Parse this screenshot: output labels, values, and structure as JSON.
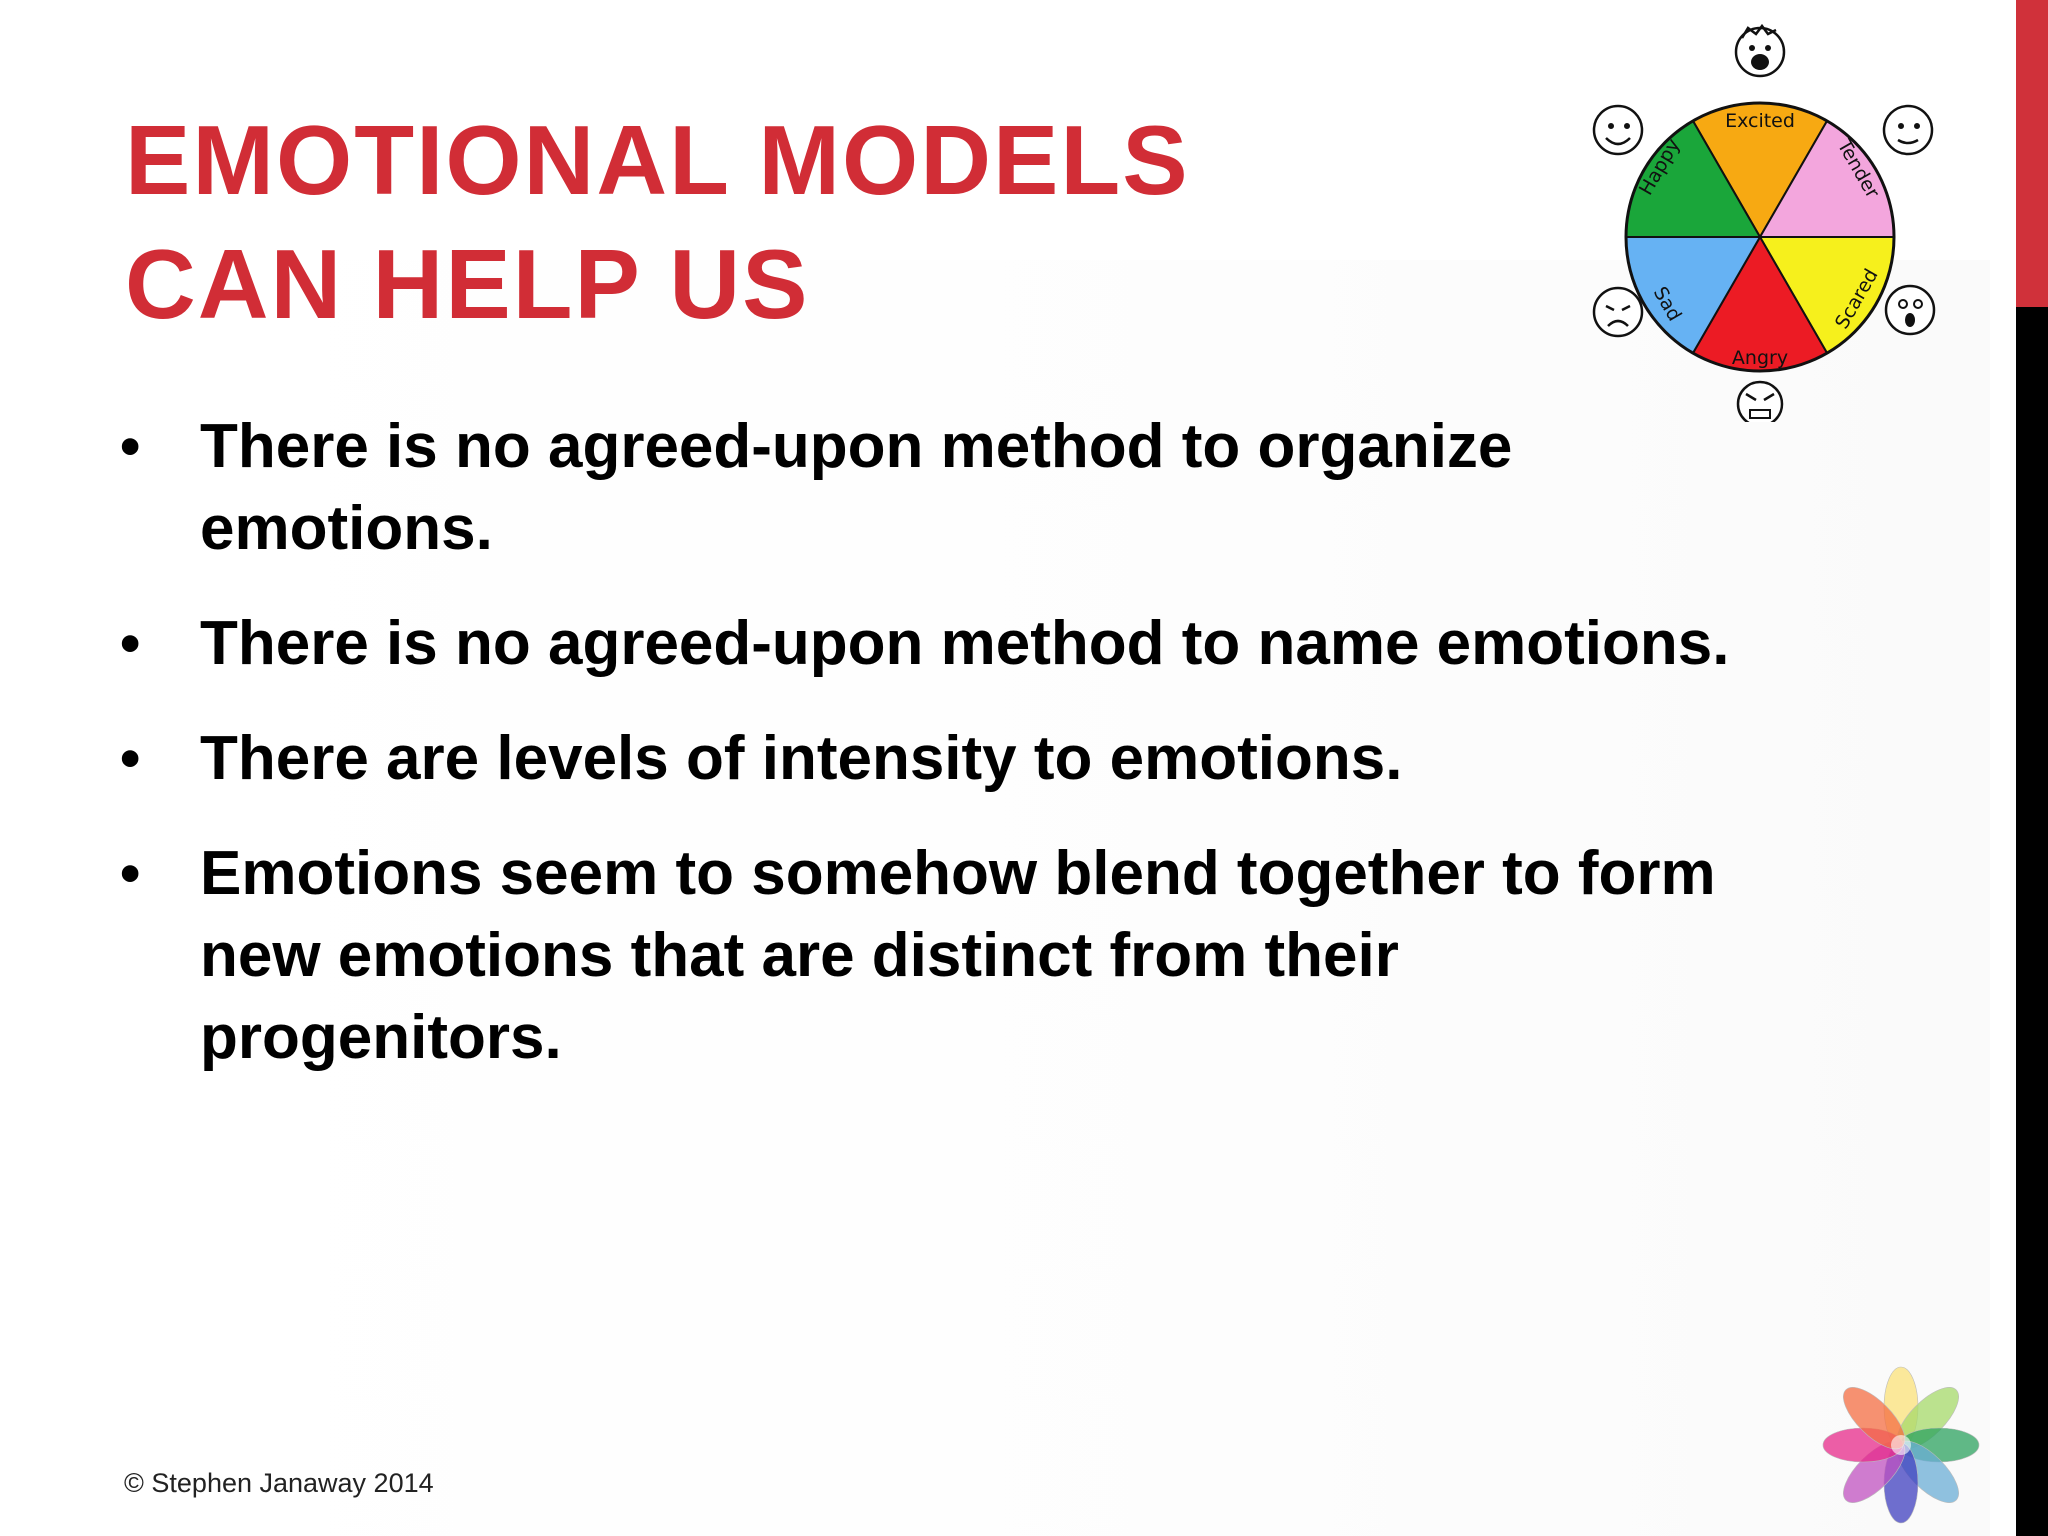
{
  "slide": {
    "title_line1": "EMOTIONAL MODELS",
    "title_line2": "CAN HELP US",
    "bullet_symbol": "•",
    "bullets": [
      "There is no agreed-upon method to organize emotions.",
      "There is no agreed-upon method to name emotions.",
      "There are levels of intensity to emotions.",
      "Emotions seem to somehow blend together to form new emotions that are distinct from their progenitors."
    ],
    "footer": "© Stephen Janaway 2014"
  },
  "feelings_wheel": {
    "segments": [
      {
        "label": "Excited",
        "color": "#f7a912"
      },
      {
        "label": "Tender",
        "color": "#f3a6dd"
      },
      {
        "label": "Scared",
        "color": "#f6f01c"
      },
      {
        "label": "Angry",
        "color": "#ec1b24"
      },
      {
        "label": "Sad",
        "color": "#66b2f3"
      },
      {
        "label": "Happy",
        "color": "#1aa63a"
      }
    ]
  },
  "plutchik_wheel": {
    "colors": [
      "#fbe27a",
      "#a6d96a",
      "#2ca25f",
      "#6baed6",
      "#3f3fbf",
      "#c051c0",
      "#e7298a",
      "#f46d43"
    ]
  },
  "theme": {
    "title_color": "#d12d36",
    "edge_red": "#d0313a",
    "edge_black": "#000000"
  }
}
